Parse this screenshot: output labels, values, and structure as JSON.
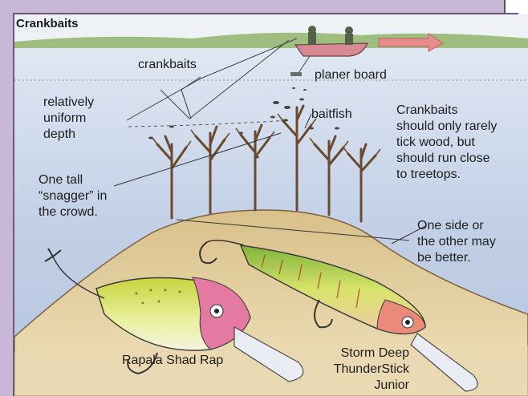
{
  "title": "Crankbaits",
  "labels": {
    "crankbaits": "crankbaits",
    "planer_board": "planer board",
    "relatively_uniform_depth": "relatively\nuniform\ndepth",
    "baitfish": "baitfish",
    "crankbaits_note": "Crankbaits\nshould only rarely\ntick wood, but\nshould run close\nto treetops.",
    "snagger": "One tall\n“snagger” in\nthe crowd.",
    "one_side": "One side or\nthe other may\nbe better.",
    "lure_1": "Rapala Shad Rap",
    "lure_2": "Storm Deep\nThunderStick\nJunior"
  },
  "colors": {
    "frame": "#c9b7d8",
    "water": "#c7d3e8",
    "sky": "#eef2f6",
    "mound": "#e9d6a8",
    "bank": "#8fb56a",
    "boat": "#d88a94",
    "arrow": "#e88c8c"
  }
}
